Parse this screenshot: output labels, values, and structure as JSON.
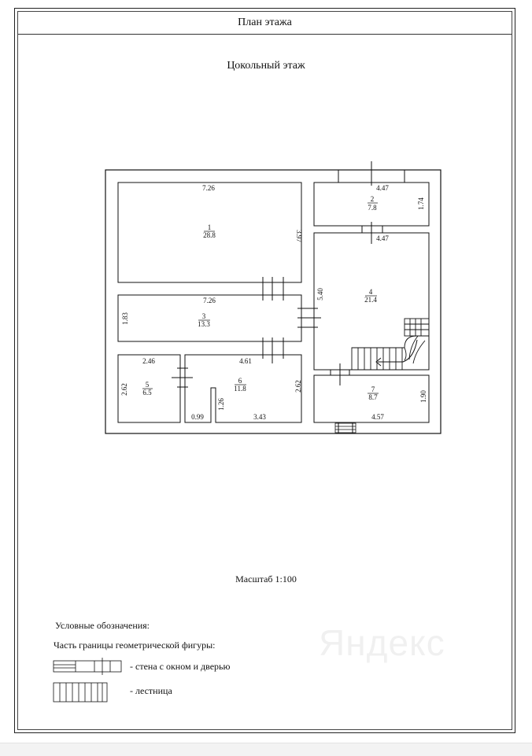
{
  "header": {
    "title": "План этажа"
  },
  "floor": {
    "title": "Цокольный этаж"
  },
  "rooms": [
    {
      "id": "1",
      "area": "28.8"
    },
    {
      "id": "2",
      "area": "7.8"
    },
    {
      "id": "3",
      "area": "13.3"
    },
    {
      "id": "4",
      "area": "21.4"
    },
    {
      "id": "5",
      "area": "6.5"
    },
    {
      "id": "6",
      "area": "11.8"
    },
    {
      "id": "7",
      "area": "8.7"
    }
  ],
  "dimensions": {
    "r1_width": "7.26",
    "r1_height": "3.97",
    "r2_width": "4.47",
    "r2_height": "1.74",
    "r4_top": "4.47",
    "r4_height": "5.40",
    "r3_width": "7.26",
    "r3_height": "1.83",
    "r5_width": "2.46",
    "r5_height": "2.62",
    "r6_width": "4.61",
    "r6_height": "2.62",
    "r6_nook_width": "0.99",
    "r6_nook_height": "1.26",
    "r6_bottom": "3.43",
    "r7_height": "1.90",
    "r7_width": "4.57"
  },
  "scale": "Масштаб 1:100",
  "legend": {
    "title": "Условные обозначения:",
    "subtitle": "Часть границы геометрической фигуры:",
    "wall_label": "- стена с окном и дверью",
    "stairs_label": "- лестница"
  },
  "watermark": "Яндекс"
}
